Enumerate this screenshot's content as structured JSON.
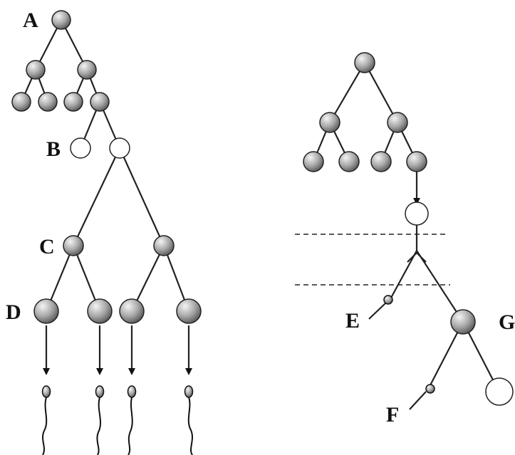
{
  "labels": {
    "a": "A",
    "b": "B",
    "c": "C",
    "d": "D",
    "e": "E",
    "f": "F",
    "g": "G"
  },
  "colors": {
    "gray_node": "#9a9a9a",
    "white_node": "#ffffff",
    "outline": "#222222"
  }
}
